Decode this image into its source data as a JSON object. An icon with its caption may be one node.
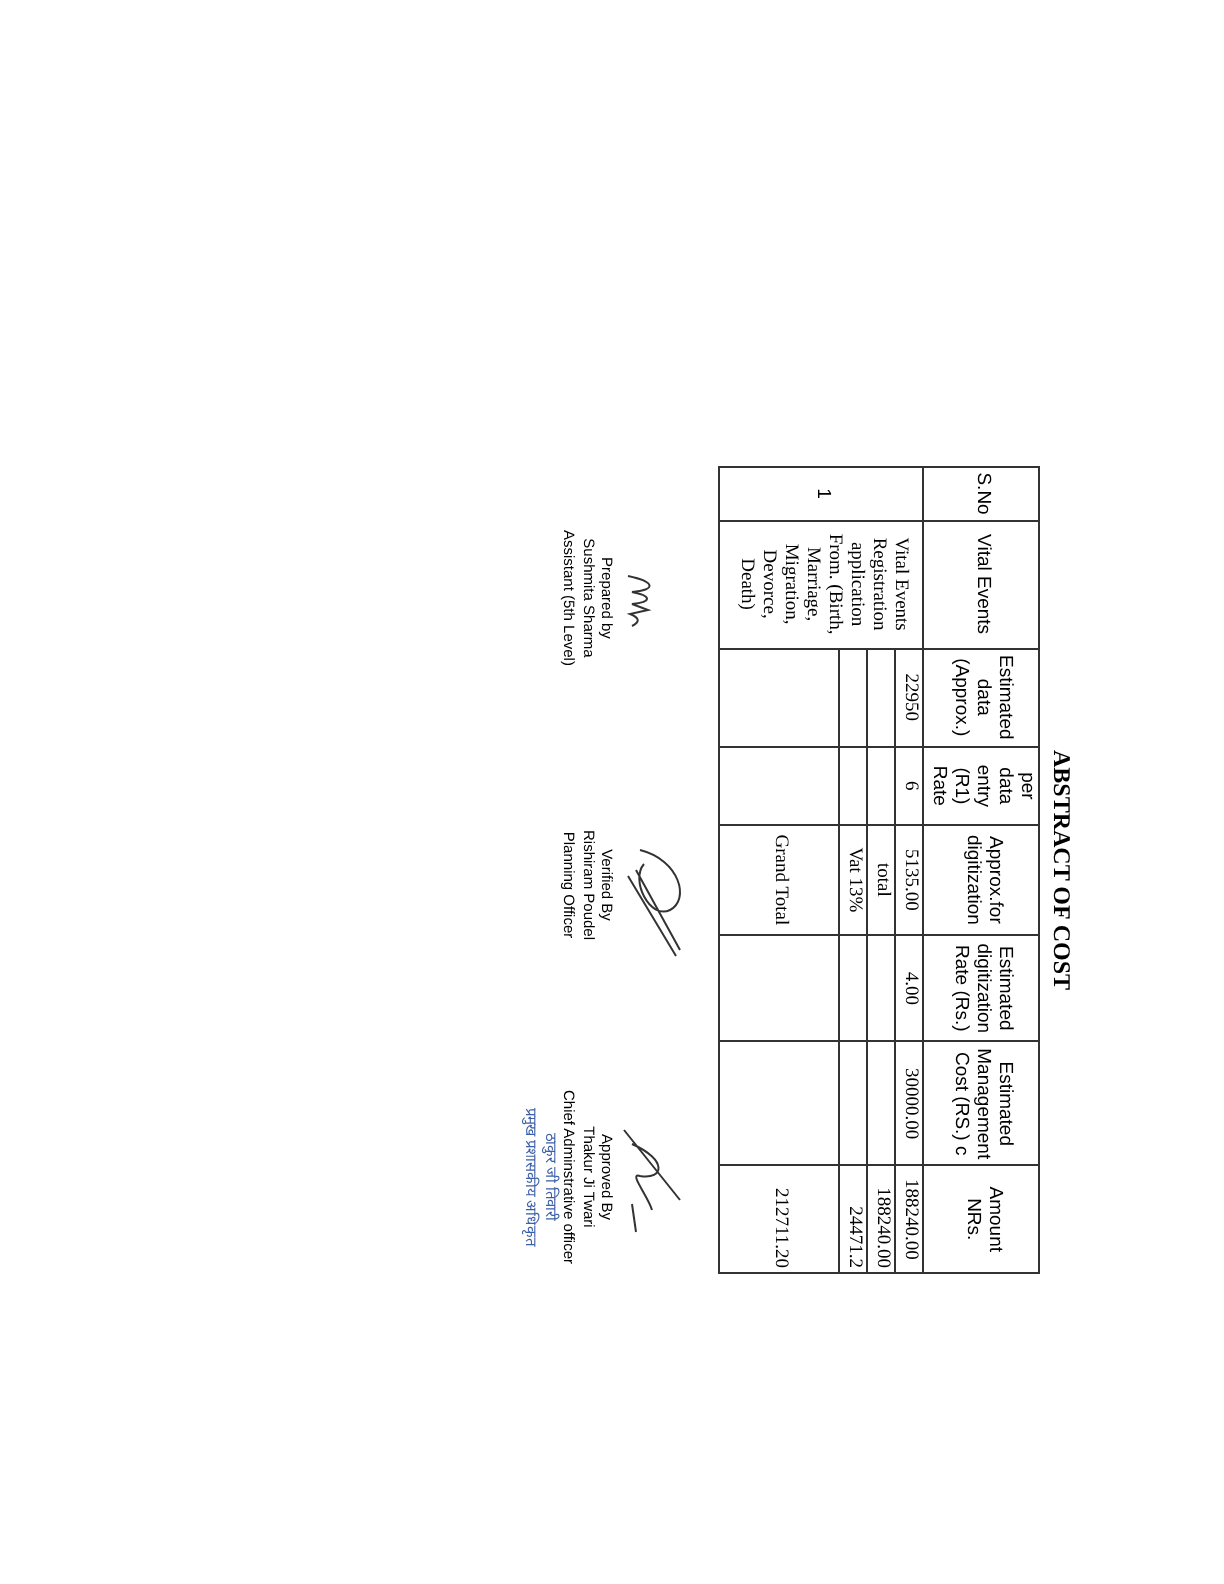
{
  "diagram": {
    "title": "ABSTRACT OF COST",
    "labels": [
      "S.No",
      "Vital Events",
      "Estimated data (Approx.)",
      "per data entry (R1) Rate",
      "Approx.for digitization",
      "Estimated digitization Rate (Rs.)",
      "Estimated Management Cost (RS.) c",
      "Amount NRs.",
      "1",
      "Vital Events Registration application From. (Birth, Marriage, Migration, Devorce, Death)",
      "22950",
      "6",
      "5135.00",
      "4.00",
      "30000.00",
      "188240.00",
      "total",
      "188240.00",
      "Vat 13%",
      "24471.2",
      "Grand Total",
      "212711.20",
      "Prepared by",
      "Sushmita Sharma",
      "Assistant (5th Level)",
      "Verified By",
      "Rishiram Poudel",
      "Planning Officer",
      "Approved By",
      "Thakur Ji Twari",
      "Chief Adminstrative officer",
      "ठाकुर जी तिवारी",
      "प्रमुख प्रशासकीय अधिकृत"
    ]
  }
}
